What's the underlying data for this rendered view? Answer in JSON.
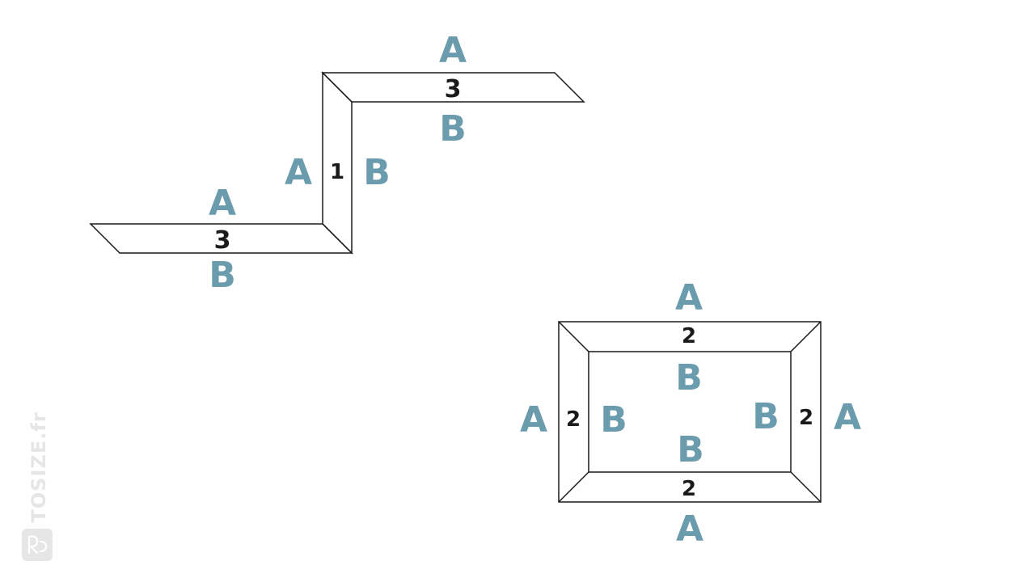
{
  "colors": {
    "label_blue": "#6a9cae",
    "number_black": "#1a1a1a",
    "line": "#1a1a1a",
    "watermark": "#e6e6e6"
  },
  "zigzag": {
    "top_bar": {
      "a": "A",
      "num": "3",
      "b": "B"
    },
    "vertical": {
      "a": "A",
      "num": "1",
      "b": "B"
    },
    "bottom_bar": {
      "a": "A",
      "num": "3",
      "b": "B"
    }
  },
  "frame": {
    "top": {
      "a": "A",
      "num": "2",
      "b": "B"
    },
    "bottom": {
      "a": "A",
      "num": "2",
      "b": "B"
    },
    "left": {
      "a": "A",
      "num": "2",
      "b": "B"
    },
    "right": {
      "a": "A",
      "num": "2",
      "b": "B"
    }
  },
  "watermark": {
    "text": "TOSIZE.fr",
    "logo_icon": "tosize-logo-icon"
  }
}
